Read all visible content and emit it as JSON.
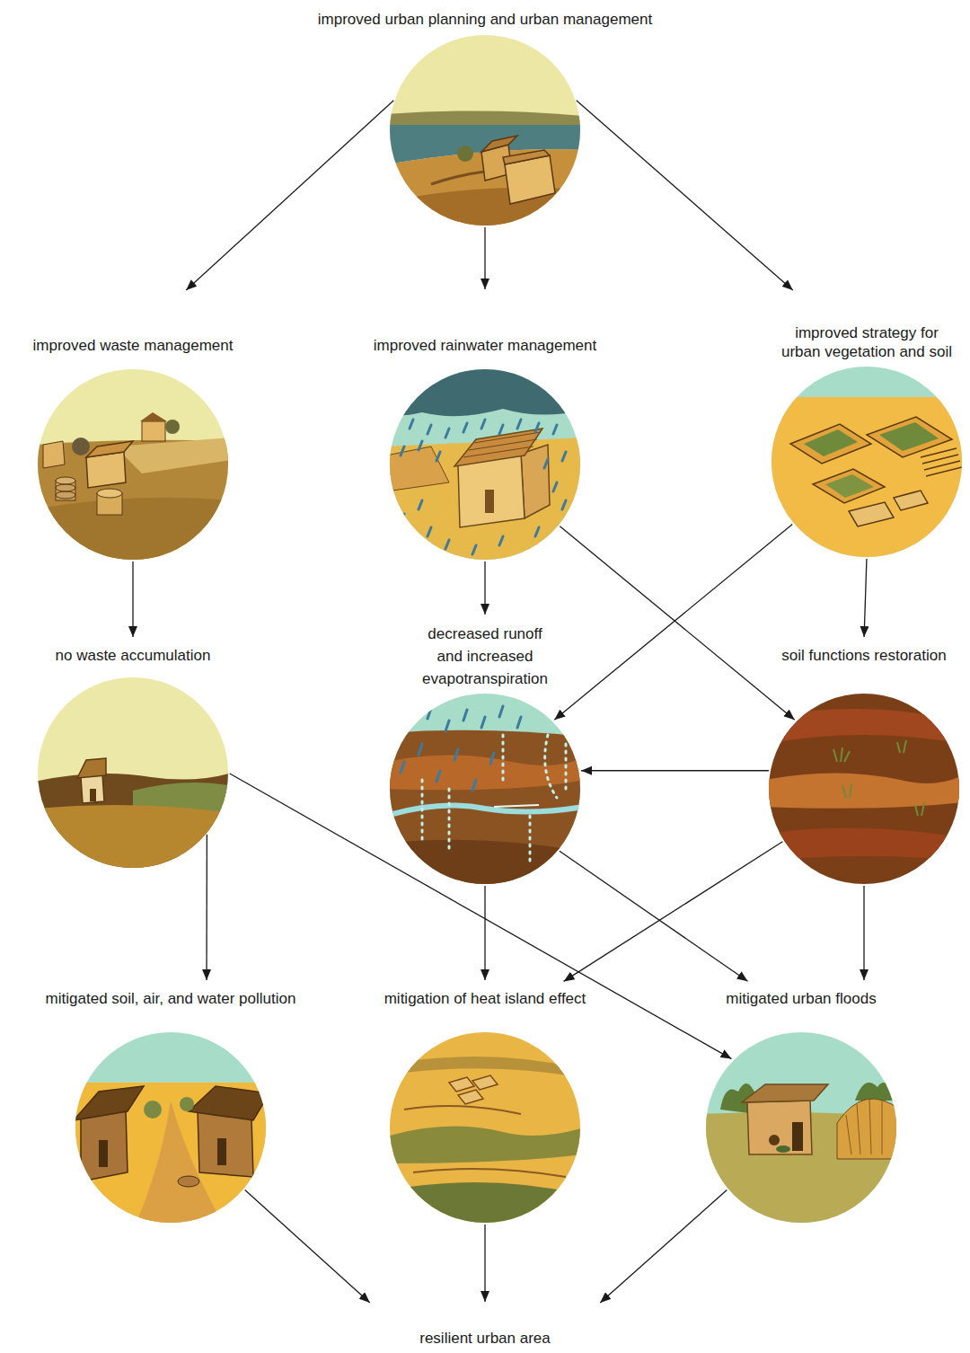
{
  "diagram": {
    "nodes": [
      {
        "text": [
          "improved urban planning and urban management"
        ]
      },
      {
        "text": [
          "improved waste management"
        ]
      },
      {
        "text": [
          "improved rainwater management"
        ]
      },
      {
        "text": [
          "improved strategy for urban vegetation and soil"
        ]
      },
      {
        "text": [
          "no waste accumulation"
        ]
      },
      {
        "text": [
          "decreased runoff and increased evapotranspiration"
        ]
      },
      {
        "text": [
          "soil functions restoration"
        ]
      },
      {
        "text": [
          "mitigated soil, air, and water pollution"
        ]
      },
      {
        "text": [
          "mitigation of heat island effect"
        ]
      },
      {
        "text": [
          "mitigated urban floods"
        ]
      },
      {
        "text": [
          "resilient urban area"
        ]
      }
    ],
    "edges": [
      {
        "from": 0,
        "to": 1,
        "arrow": "to"
      },
      {
        "from": 0,
        "to": 2,
        "arrow": "to"
      },
      {
        "from": 0,
        "to": 3,
        "arrow": "to"
      },
      {
        "from": 1,
        "to": 4,
        "arrow": "to"
      },
      {
        "from": 2,
        "to": 5,
        "arrow": "to"
      },
      {
        "from": 2,
        "to": 6,
        "arrow": "to"
      },
      {
        "from": 3,
        "to": 5,
        "arrow": "to"
      },
      {
        "from": 3,
        "to": 6,
        "arrow": "to"
      },
      {
        "from": 4,
        "to": 7,
        "arrow": "to"
      },
      {
        "from": 4,
        "to": 9,
        "arrow": "to"
      },
      {
        "from": 5,
        "to": 8,
        "arrow": "to"
      },
      {
        "from": 5,
        "to": 9,
        "arrow": "to"
      },
      {
        "from": 6,
        "to": 5,
        "arrow": "to"
      },
      {
        "from": 6,
        "to": 8,
        "arrow": "to"
      },
      {
        "from": 6,
        "to": 9,
        "arrow": "to"
      },
      {
        "from": 7,
        "to": 10,
        "arrow": "to"
      },
      {
        "from": 8,
        "to": 10,
        "arrow": "to"
      },
      {
        "from": 9,
        "to": 10,
        "arrow": "to"
      }
    ]
  }
}
